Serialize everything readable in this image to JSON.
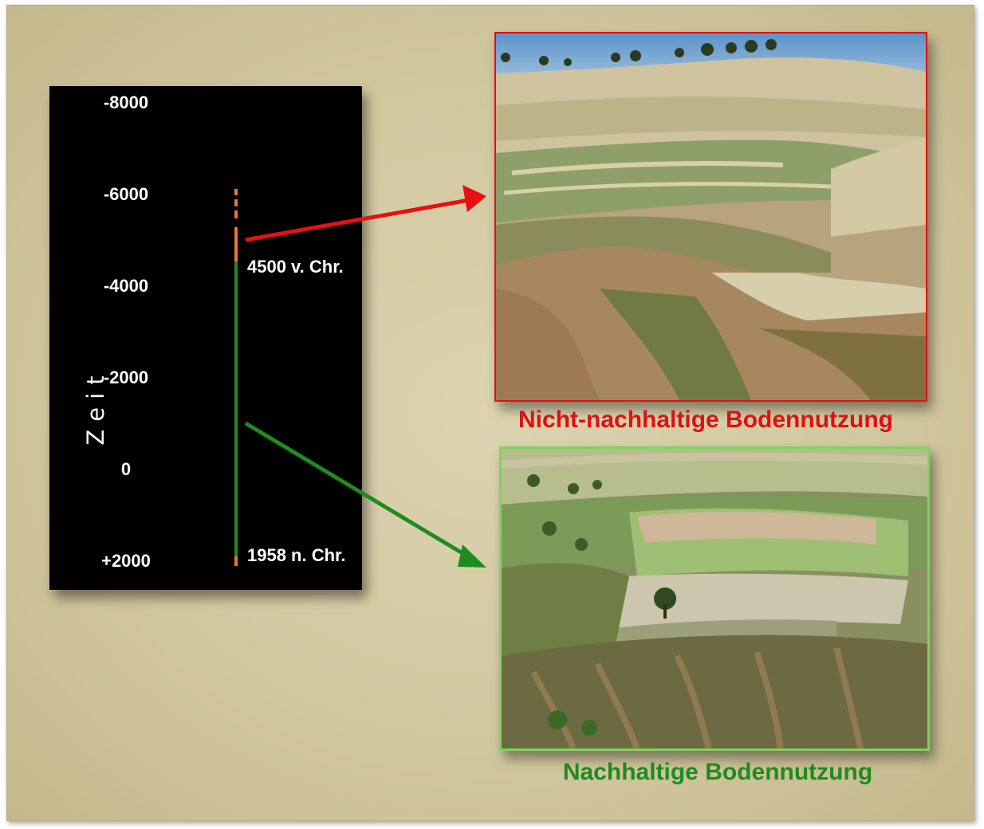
{
  "timeline": {
    "axis_title": "Zeit",
    "ticks": [
      "-8000",
      "-6000",
      "-4000",
      "-2000",
      "0",
      "+2000"
    ],
    "start_label": "4500 v. Chr.",
    "end_label": "1958 n. Chr.",
    "colors": {
      "unsustainable": "#f07820",
      "sustainable": "#1e8c1e"
    },
    "segments": [
      {
        "from": -5900,
        "to": -5600,
        "style": "dashed",
        "color": "#f07820"
      },
      {
        "from": -5200,
        "to": -4500,
        "style": "solid",
        "color": "#f07820"
      },
      {
        "from": -4500,
        "to": 1958,
        "style": "solid",
        "color": "#1e8c1e"
      }
    ]
  },
  "captions": {
    "unsustainable": "Nicht-nachhaltige Bodennutzung",
    "sustainable": "Nachhaltige Bodennutzung"
  },
  "arrow_colors": {
    "red": "#e81010",
    "green": "#1e8c1e"
  }
}
